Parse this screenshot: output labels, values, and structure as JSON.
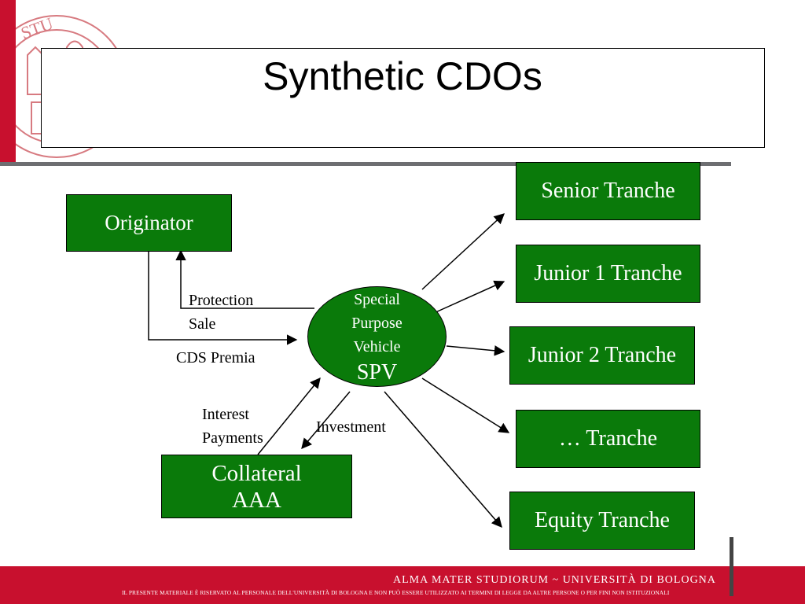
{
  "slide": {
    "title": "Synthetic CDOs"
  },
  "diagram": {
    "originator": "Originator",
    "collateral_line1": "Collateral",
    "collateral_line2": "AAA",
    "spv_line1": "Special",
    "spv_line2": "Purpose",
    "spv_line3": "Vehicle",
    "spv_line4": "SPV",
    "tranches": [
      "Senior Tranche",
      "Junior 1 Tranche",
      "Junior 2 Tranche",
      "… Tranche",
      "Equity Tranche"
    ],
    "labels": {
      "protection": "Protection",
      "sale": "Sale",
      "cds_premia": "CDS Premia",
      "interest": "Interest",
      "payments": "Payments",
      "investment": "Investment"
    }
  },
  "footer": {
    "main": "ALMA MATER STUDIORUM ~ UNIVERSITÀ DI BOLOGNA",
    "sub": "IL PRESENTE MATERIALE È RISERVATO AL PERSONALE DELL'UNIVERSITÀ DI BOLOGNA E NON PUÒ ESSERE UTILIZZATO AI TERMINI DI LEGGE DA ALTRE PERSONE O PER FINI NON ISTITUZIONALI"
  },
  "colors": {
    "green": "#0a7a0a",
    "brand_red": "#c8102e",
    "grey": "#6d6e71"
  }
}
